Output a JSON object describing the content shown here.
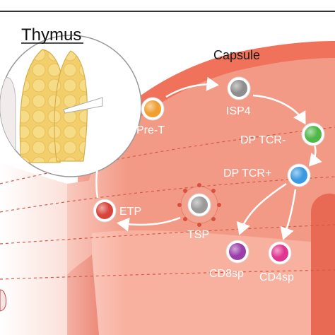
{
  "diagram": {
    "title": "Thymus",
    "capsule_label": "Capsule",
    "colors": {
      "capsule": "#f0725a",
      "cortex": "#f39a86",
      "cortex_light": "#f8c4b7",
      "medulla": "#e86a54",
      "thymus_lobe": "#f2cf6a",
      "arrow": "#ffffff"
    },
    "cells": [
      {
        "id": "etp",
        "label": "ETP",
        "color": "#d9443a"
      },
      {
        "id": "pre-t",
        "label": "Pre-T",
        "color": "#f0a030"
      },
      {
        "id": "isp4",
        "label": "ISP4",
        "color": "#8e8e8e"
      },
      {
        "id": "dp-tcr-neg",
        "label": "DP TCR-",
        "color": "#4fb848"
      },
      {
        "id": "dp-tcr-pos",
        "label": "DP TCR+",
        "color": "#3c9be0"
      },
      {
        "id": "tsp",
        "label": "TSP",
        "color": "#9a9a9a"
      },
      {
        "id": "cd8sp",
        "label": "CD8sp",
        "color": "#9a3ea8"
      },
      {
        "id": "cd4sp",
        "label": "CD4sp",
        "color": "#e0368f"
      }
    ]
  }
}
